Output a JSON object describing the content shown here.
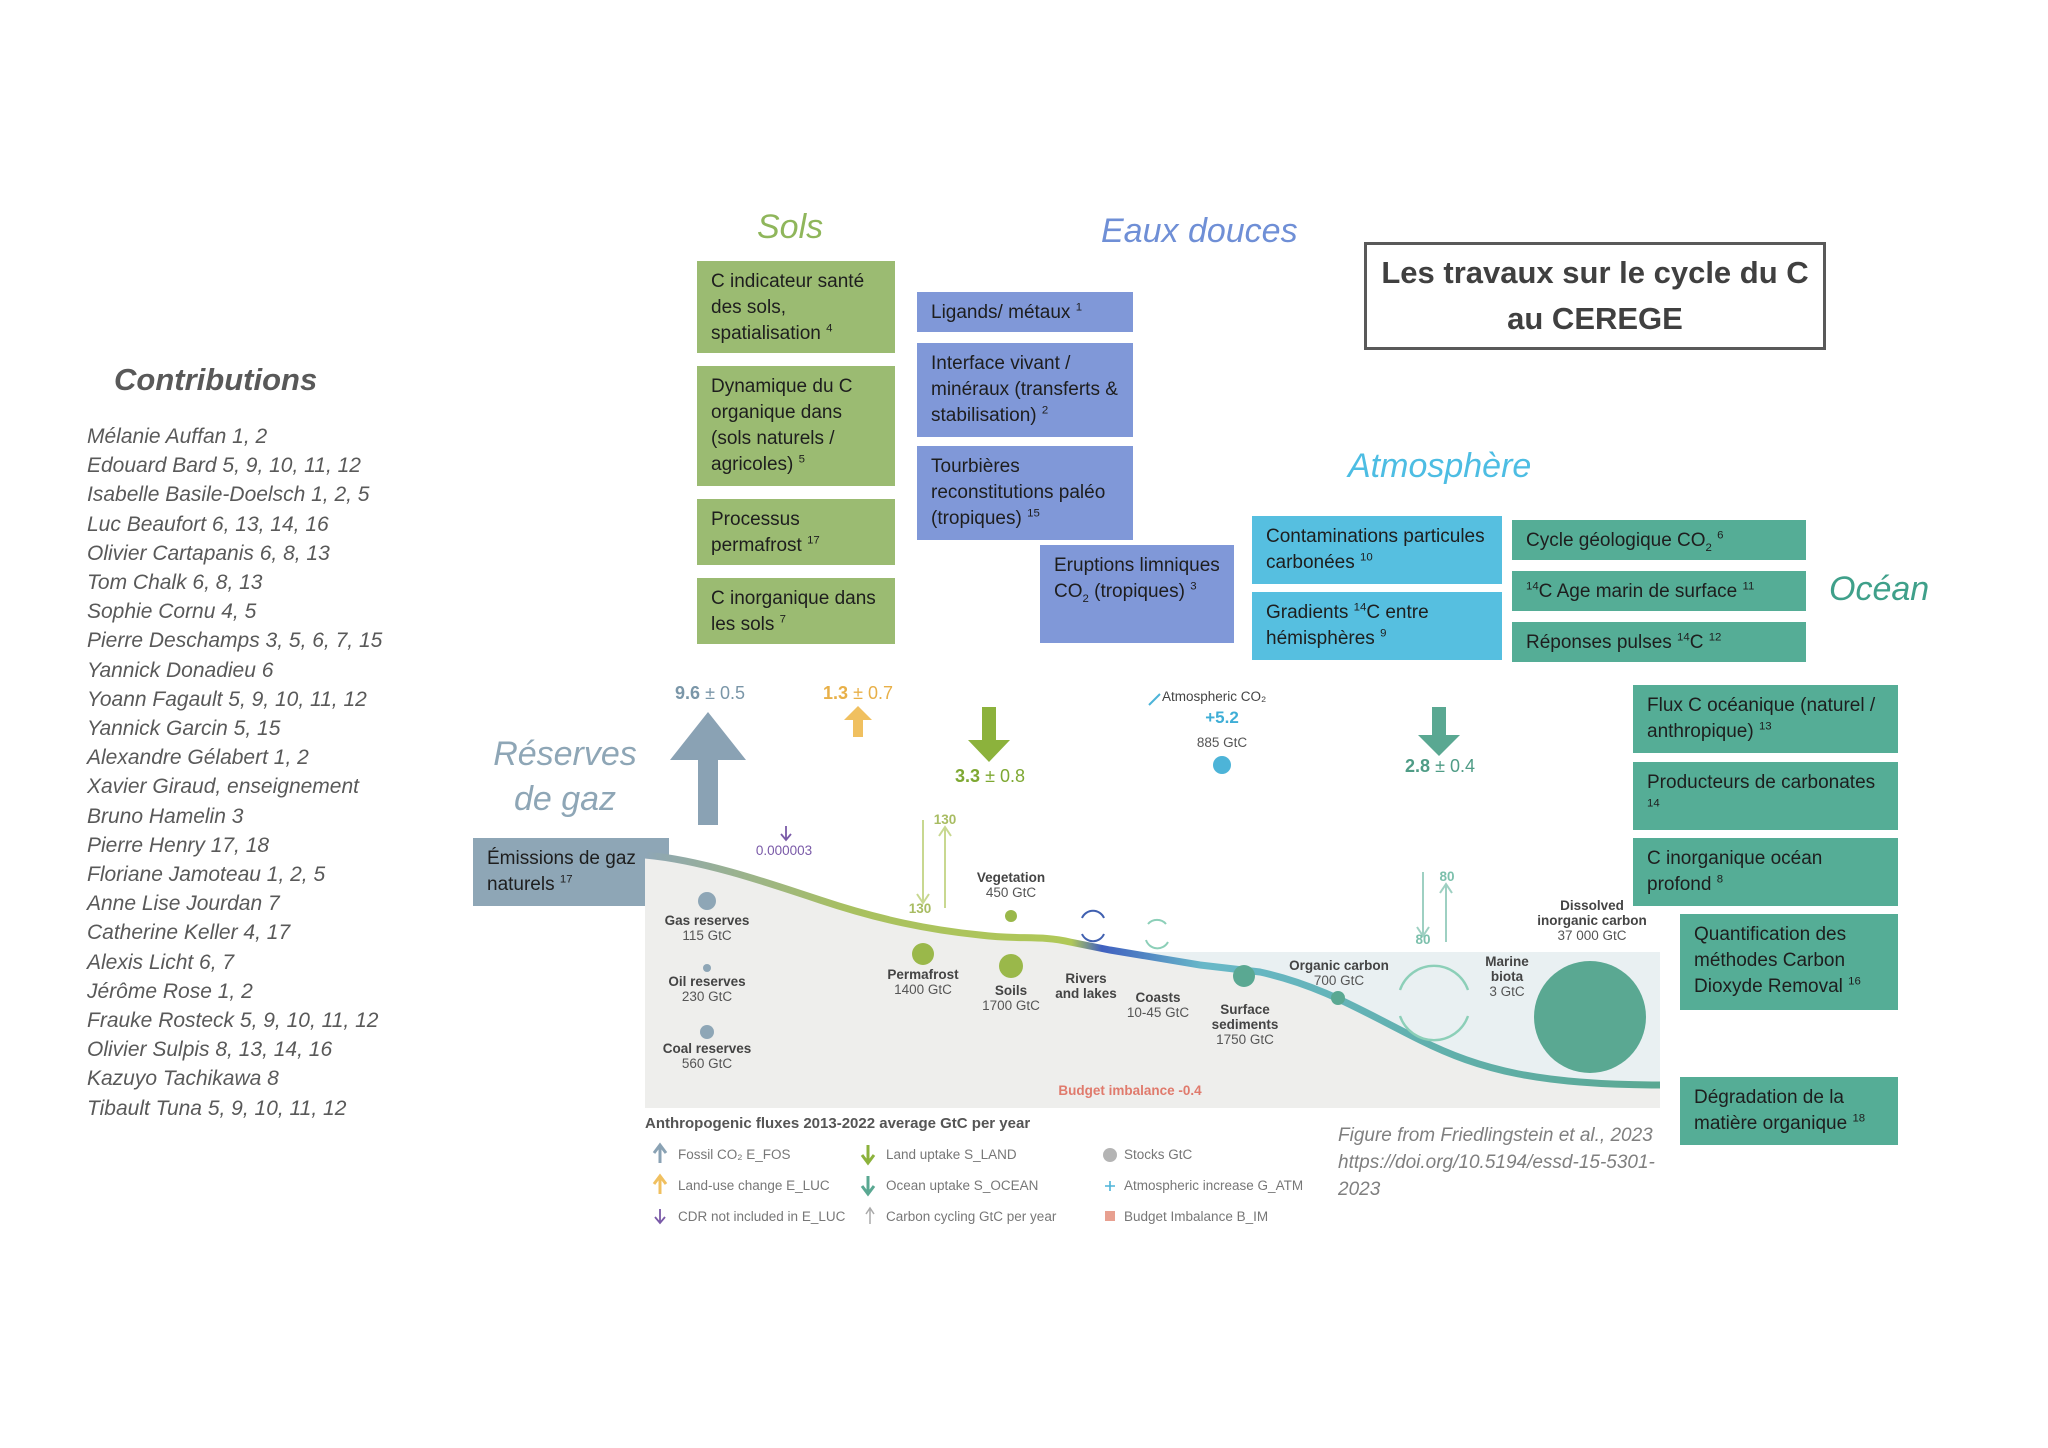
{
  "title": "Les travaux sur le cycle du C\nau CEREGE",
  "sections": {
    "sols": "Sols",
    "eaux_douces": "Eaux douces",
    "atmosphere": "Atmosphère",
    "ocean": "Océan",
    "reserves_gaz": "Réserves\nde gaz"
  },
  "contributions": {
    "heading": "Contributions",
    "names": [
      "Mélanie Auffan 1, 2",
      "Edouard Bard 5, 9, 10, 11, 12",
      "Isabelle Basile-Doelsch 1, 2, 5",
      "Luc Beaufort 6, 13, 14, 16",
      "Olivier Cartapanis 6, 8, 13",
      "Tom Chalk 6, 8, 13",
      "Sophie Cornu 4, 5",
      "Pierre Deschamps 3, 5, 6, 7, 15",
      "Yannick Donadieu 6",
      "Yoann Fagault 5, 9, 10, 11, 12",
      "Yannick Garcin 5, 15",
      "Alexandre Gélabert 1, 2",
      "Xavier Giraud, enseignement",
      "Bruno Hamelin 3",
      "Pierre Henry 17, 18",
      "Floriane Jamoteau 1, 2, 5",
      "Anne Lise Jourdan 7",
      "Catherine Keller 4, 17",
      "Alexis Licht 6, 7",
      "Jérôme Rose 1, 2",
      "Frauke Rosteck 5, 9, 10, 11, 12",
      "Olivier Sulpis 8, 13, 14, 16",
      "Kazuyo Tachikawa 8",
      "Tibault Tuna 5, 9, 10, 11, 12"
    ]
  },
  "topics": {
    "sols": [
      {
        "text": "C indicateur santé des sols, spatialisation",
        "ref": "4"
      },
      {
        "text": "Dynamique du C organique dans (sols naturels / agricoles)",
        "ref": "5"
      },
      {
        "text": "Processus permafrost",
        "ref": "17"
      },
      {
        "text": "C inorganique dans les sols",
        "ref": "7"
      }
    ],
    "eaux": [
      {
        "text": "Ligands/ métaux",
        "ref": "1"
      },
      {
        "text": "Interface vivant / minéraux (transferts & stabilisation)",
        "ref": "2"
      },
      {
        "text": "Tourbières reconstitutions paléo (tropiques)",
        "ref": "15"
      },
      {
        "text": "Eruptions limniques CO2 (tropiques)",
        "ref": "3"
      }
    ],
    "atm": [
      {
        "text": "Contaminations particules carbonées",
        "ref": "10"
      },
      {
        "text": "Gradients 14C entre hémisphères",
        "ref": "9"
      }
    ],
    "ocean_left": [
      {
        "text": "Cycle géologique CO2",
        "ref": "6"
      },
      {
        "text": "14C Age marin de surface",
        "ref": "11"
      },
      {
        "text": "Réponses pulses 14C",
        "ref": "12"
      }
    ],
    "ocean_right": [
      {
        "text": "Flux C océanique (naturel / anthropique)",
        "ref": "13"
      },
      {
        "text": "Producteurs de carbonates",
        "ref": "14"
      },
      {
        "text": "C inorganique océan profond",
        "ref": "8"
      },
      {
        "text": "Quantification des méthodes Carbon Dioxyde Removal",
        "ref": "16"
      },
      {
        "text": "Dégradation de la matière organique",
        "ref": "18"
      }
    ],
    "gaz": {
      "text": "Émissions de gaz naturels",
      "ref": "17"
    }
  },
  "figure": {
    "fluxes": {
      "fossil": {
        "value": "9.6",
        "unc": "± 0.5"
      },
      "luc": {
        "value": "1.3",
        "unc": "± 0.7"
      },
      "land": {
        "value": "3.3",
        "unc": "± 0.8"
      },
      "ocean": {
        "value": "2.8",
        "unc": "± 0.4"
      },
      "atm_label": "Atmospheric CO₂",
      "atm_increase": "+5.2",
      "atm_stock": "885 GtC",
      "cdr": "0.000003",
      "land_cycle_down": "130",
      "land_cycle_up": "130",
      "ocean_cycle_down": "80",
      "ocean_cycle_up": "80",
      "budget": "Budget imbalance -0.4"
    },
    "stocks": [
      {
        "name": "Gas reserves",
        "value": "115 GtC"
      },
      {
        "name": "Oil reserves",
        "value": "230 GtC"
      },
      {
        "name": "Coal reserves",
        "value": "560 GtC"
      },
      {
        "name": "Permafrost",
        "value": "1400 GtC"
      },
      {
        "name": "Vegetation",
        "value": "450 GtC"
      },
      {
        "name": "Soils",
        "value": "1700 GtC"
      },
      {
        "name": "Rivers\nand lakes",
        "value": ""
      },
      {
        "name": "Coasts",
        "value": "10-45 GtC"
      },
      {
        "name": "Surface\nsediments",
        "value": "1750 GtC"
      },
      {
        "name": "Organic carbon",
        "value": "700 GtC"
      },
      {
        "name": "Marine\nbiota",
        "value": "3 GtC"
      },
      {
        "name": "Dissolved\ninorganic carbon",
        "value": "37 000 GtC"
      }
    ],
    "legend": {
      "title": "Anthropogenic fluxes 2013-2022 average GtC per year",
      "items": [
        "Fossil CO₂ E_FOS",
        "Land-use change E_LUC",
        "CDR not included in E_LUC",
        "Land uptake S_LAND",
        "Ocean uptake S_OCEAN",
        "Carbon cycling GtC per year",
        "Stocks GtC",
        "Atmospheric increase G_ATM",
        "Budget Imbalance B_IM"
      ]
    },
    "citation": "Figure from Friedlingstein et al., 2023\nhttps://doi.org/10.5194/essd-15-5301-\n2023"
  },
  "colors": {
    "sols": "#9bbb72",
    "eaux": "#8098d8",
    "atm": "#56bfe0",
    "ocean": "#55ad96",
    "gaz": "#8ea6b6",
    "fossil_arrow": "#8aa2b4",
    "luc_arrow": "#f0c060",
    "land_arrow": "#8cb23c",
    "ocean_arrow": "#5aa892",
    "budget_text": "#e07a6c"
  }
}
